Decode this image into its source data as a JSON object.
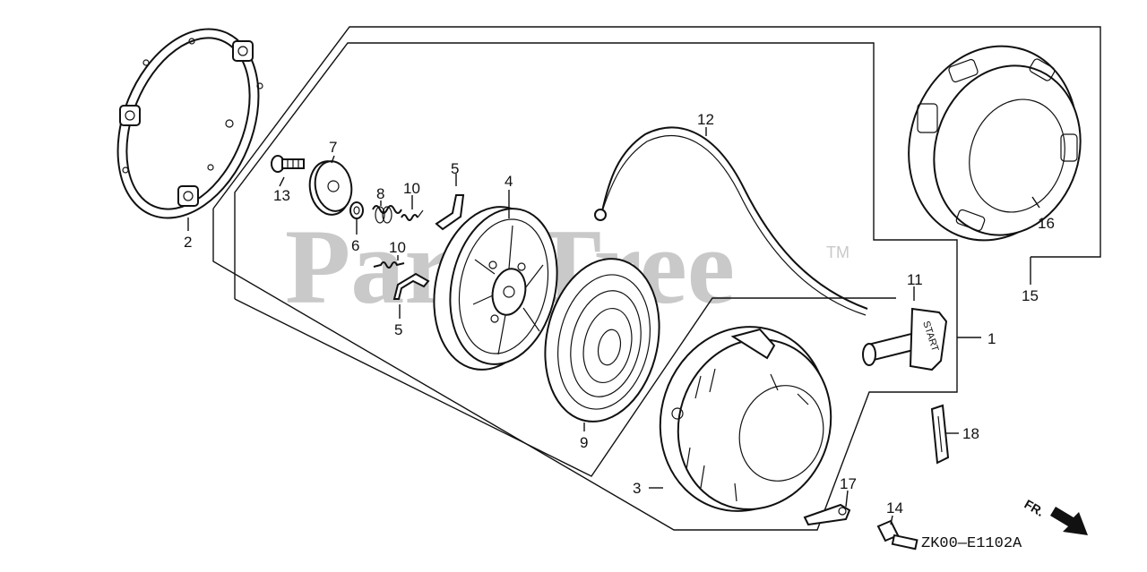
{
  "watermark": {
    "text": "PartsTree",
    "trademark": "TM"
  },
  "diagram_code": "ZK00—E1102A",
  "front_arrow_label": "FR.",
  "start_label": "START",
  "callouts": {
    "p1": "1",
    "p2": "2",
    "p3": "3",
    "p4": "4",
    "p5a": "5",
    "p5b": "5",
    "p6": "6",
    "p7": "7",
    "p8": "8",
    "p9": "9",
    "p10a": "10",
    "p10b": "10",
    "p11": "11",
    "p12": "12",
    "p13": "13",
    "p14": "14",
    "p15": "15",
    "p16": "16",
    "p17": "17",
    "p18": "18"
  }
}
